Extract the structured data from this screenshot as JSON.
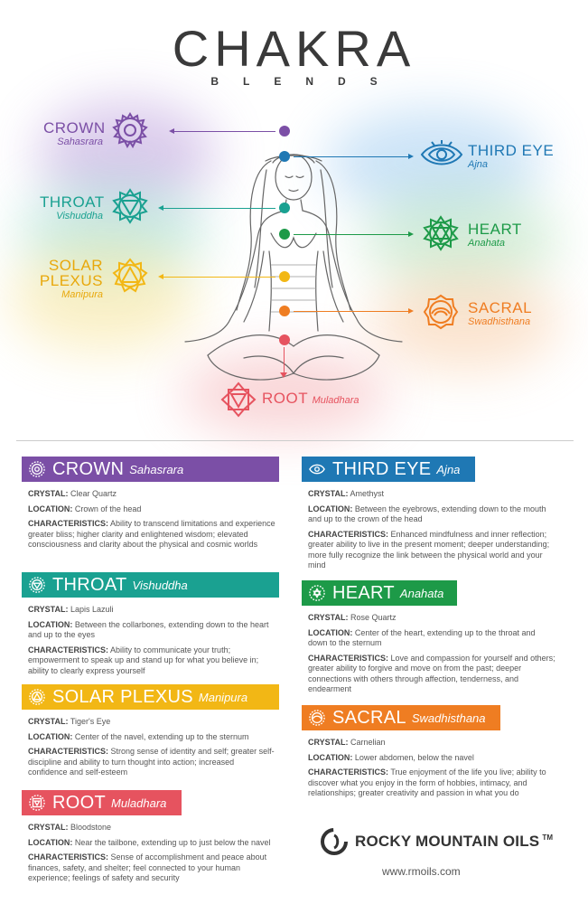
{
  "header": {
    "title": "CHAKRA",
    "subtitle": "BLENDS"
  },
  "colors": {
    "crown": "#7b4fa6",
    "third_eye": "#1f78b4",
    "throat": "#1aa191",
    "heart": "#1d9a48",
    "solar_plexus": "#f2b715",
    "sacral": "#ef7d22",
    "root": "#e6535f"
  },
  "hero": {
    "crown": {
      "name": "CROWN",
      "sanskrit": "Sahasrara"
    },
    "third_eye": {
      "name": "THIRD EYE",
      "sanskrit": "Ajna"
    },
    "throat": {
      "name": "THROAT",
      "sanskrit": "Vishuddha"
    },
    "heart": {
      "name": "HEART",
      "sanskrit": "Anahata"
    },
    "solar_plexus": {
      "name_line1": "SOLAR",
      "name_line2": "PLEXUS",
      "sanskrit": "Manipura"
    },
    "sacral": {
      "name": "SACRAL",
      "sanskrit": "Swadhisthana"
    },
    "root": {
      "name": "ROOT",
      "sanskrit": "Muladhara"
    }
  },
  "labels": {
    "crystal": "CRYSTAL:",
    "location": "LOCATION:",
    "characteristics": "CHARACTERISTICS:"
  },
  "sections": {
    "crown": {
      "name": "CROWN",
      "sanskrit": "Sahasrara",
      "icon": "crown-chakra-icon",
      "crystal": "Clear Quartz",
      "location": "Crown of the head",
      "characteristics": "Ability to transcend limitations and experience greater bliss; higher clarity and enlightened wisdom; elevated consciousness and clarity about the physical and cosmic worlds"
    },
    "throat": {
      "name": "THROAT",
      "sanskrit": "Vishuddha",
      "icon": "throat-chakra-icon",
      "crystal": "Lapis Lazuli",
      "location": "Between the collarbones, extending down to the heart and up to the eyes",
      "characteristics": "Ability to communicate your truth; empowerment to speak up and stand up for what you believe in; ability to clearly express yourself"
    },
    "solar_plexus": {
      "name": "SOLAR PLEXUS",
      "sanskrit": "Manipura",
      "icon": "solar-plexus-chakra-icon",
      "crystal": "Tiger's Eye",
      "location": "Center of the navel, extending up to the sternum",
      "characteristics": "Strong sense of identity and self; greater self-discipline and ability to turn thought into action; increased confidence and self-esteem"
    },
    "root": {
      "name": "ROOT",
      "sanskrit": "Muladhara",
      "icon": "root-chakra-icon",
      "crystal": "Bloodstone",
      "location": "Near the tailbone, extending up to just below the navel",
      "characteristics": "Sense of accomplishment and peace about finances, safety, and shelter; feel connected to your human experience; feelings of safety and security"
    },
    "third_eye": {
      "name": "THIRD EYE",
      "sanskrit": "Ajna",
      "icon": "third-eye-chakra-icon",
      "crystal": "Amethyst",
      "location": "Between the eyebrows, extending down to the mouth and up to the crown of the head",
      "characteristics": "Enhanced mindfulness and inner reflection; greater ability to live in the present moment; deeper understanding; more fully recognize the link between the physical world and your mind"
    },
    "heart": {
      "name": "HEART",
      "sanskrit": "Anahata",
      "icon": "heart-chakra-icon",
      "crystal": "Rose Quartz",
      "location": "Center of the heart, extending up to the throat and down to the sternum",
      "characteristics": "Love and compassion for yourself and others; greater ability to forgive and move on from the past; deeper connections with others through affection, tenderness, and endearment"
    },
    "sacral": {
      "name": "SACRAL",
      "sanskrit": "Swadhisthana",
      "icon": "sacral-chakra-icon",
      "crystal": "Carnelian",
      "location": "Lower abdomen, below the navel",
      "characteristics": "True enjoyment of the life you live; ability to discover what you enjoy in the form of hobbies, intimacy, and relationships; greater creativity and passion in what you do"
    }
  },
  "footer": {
    "brand": "ROCKY MOUNTAIN OILS",
    "tm": "TM",
    "url": "www.rmoils.com"
  }
}
